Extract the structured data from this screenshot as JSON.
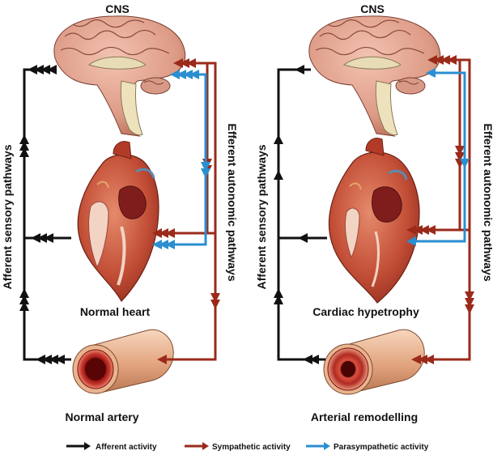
{
  "colors": {
    "afferent": "#111111",
    "sympathetic": "#9b2a1a",
    "parasympathetic": "#2a8fd0",
    "brain": "#e0a08c",
    "heart": "#b8442f",
    "artery_outer": "#e8b48f",
    "artery_lumen": "#9e1414"
  },
  "left_panel": {
    "cns_label": "CNS",
    "afferent_label": "Afferent sensory pathways",
    "efferent_label": "Efferent autonomic pathways",
    "heart_label": "Normal heart",
    "artery_label": "Normal artery"
  },
  "right_panel": {
    "cns_label": "CNS",
    "afferent_label": "Afferent sensory pathways",
    "efferent_label": "Efferent autonomic pathways",
    "heart_label": "Cardiac hypetrophy",
    "artery_label": "Arterial remodelling"
  },
  "legend": {
    "afferent": "Afferent activity",
    "sympathetic": "Sympathetic activity",
    "parasympathetic": "Parasympathetic activity"
  }
}
